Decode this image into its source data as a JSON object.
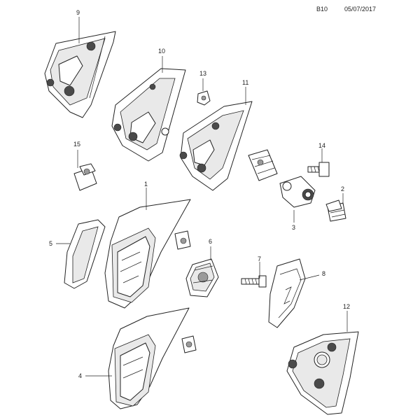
{
  "header": {
    "page_code": "B10",
    "date": "05/07/2017"
  },
  "callouts": [
    {
      "id": "1",
      "label": "1"
    },
    {
      "id": "2",
      "label": "2"
    },
    {
      "id": "3",
      "label": "3"
    },
    {
      "id": "4",
      "label": "4"
    },
    {
      "id": "5",
      "label": "5"
    },
    {
      "id": "6",
      "label": "6"
    },
    {
      "id": "7",
      "label": "7"
    },
    {
      "id": "8",
      "label": "8"
    },
    {
      "id": "9",
      "label": "9"
    },
    {
      "id": "10",
      "label": "10"
    },
    {
      "id": "11",
      "label": "11"
    },
    {
      "id": "12",
      "label": "12"
    },
    {
      "id": "13",
      "label": "13"
    },
    {
      "id": "14",
      "label": "14"
    },
    {
      "id": "15",
      "label": "15"
    }
  ]
}
